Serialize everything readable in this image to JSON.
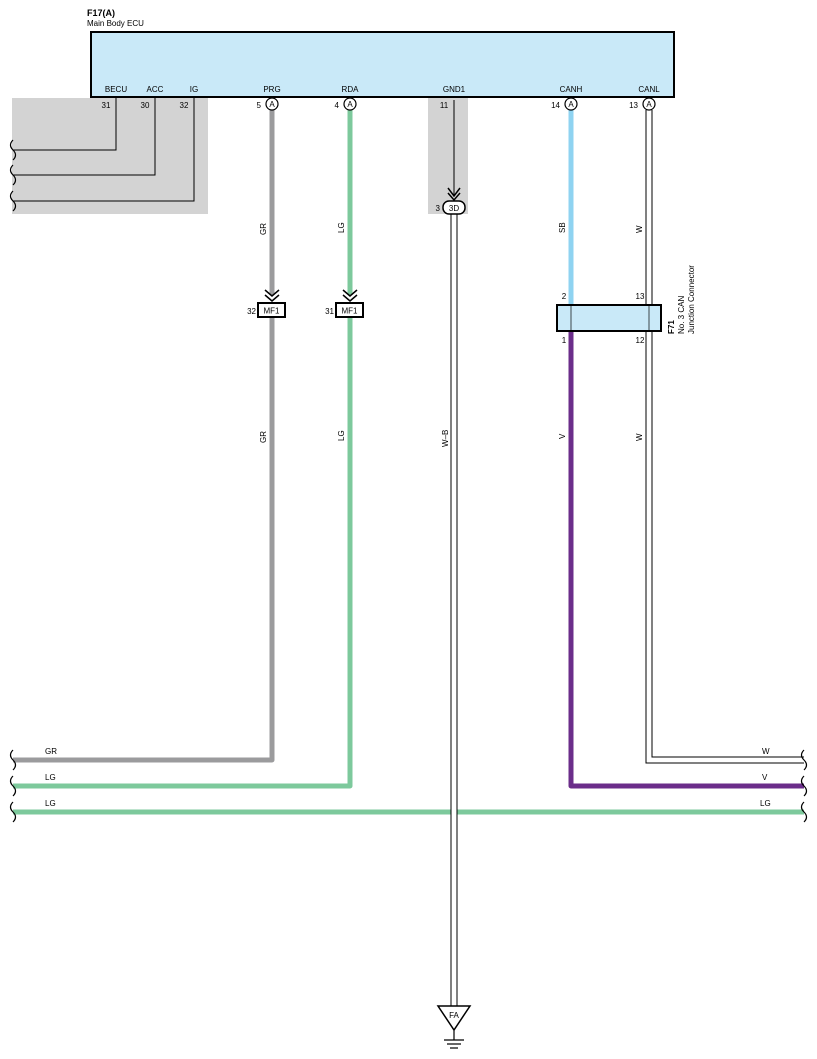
{
  "ecu": {
    "code": "F17(A)",
    "name": "Main Body ECU",
    "box_color": "#c9e9f8",
    "pins": [
      {
        "label": "BECU",
        "pin": "31"
      },
      {
        "label": "ACC",
        "pin": "30"
      },
      {
        "label": "IG",
        "pin": "32"
      },
      {
        "label": "PRG",
        "pin": "5",
        "conn": "A"
      },
      {
        "label": "RDA",
        "pin": "4",
        "conn": "A"
      },
      {
        "label": "GND1",
        "pin": "11"
      },
      {
        "label": "CANH",
        "pin": "14",
        "conn": "A"
      },
      {
        "label": "CANL",
        "pin": "13",
        "conn": "A"
      }
    ]
  },
  "junction": {
    "code": "F71",
    "name1": "No. 3 CAN",
    "name2": "Junction Connector",
    "pins": {
      "in_left": "2",
      "in_right": "13",
      "out_left": "1",
      "out_right": "12"
    }
  },
  "connectors": {
    "mf1_a": {
      "pin": "32",
      "label": "MF1"
    },
    "mf1_b": {
      "pin": "31",
      "label": "MF1"
    },
    "gnd_splice": {
      "pin": "3",
      "label": "3D"
    },
    "ground": {
      "label": "FA"
    }
  },
  "wire_colors": {
    "GR": "#9b9b9d",
    "LG": "#7dc99c",
    "SB": "#8fd3f1",
    "V": "#6b2d8a",
    "W": "#ffffff",
    "W-B": "#ffffff"
  },
  "wire_labels": {
    "prg_top": "GR",
    "prg_mid": "GR",
    "rda_top": "LG",
    "rda_mid": "LG",
    "gnd": "W–B",
    "canh_top": "SB",
    "canl_top": "W",
    "canh_mid": "V",
    "canl_mid": "W",
    "bus_gr": "GR",
    "bus_lg1": "LG",
    "bus_lg2_left": "LG",
    "bus_w": "W",
    "bus_v": "V",
    "bus_lg2_right": "LG"
  }
}
